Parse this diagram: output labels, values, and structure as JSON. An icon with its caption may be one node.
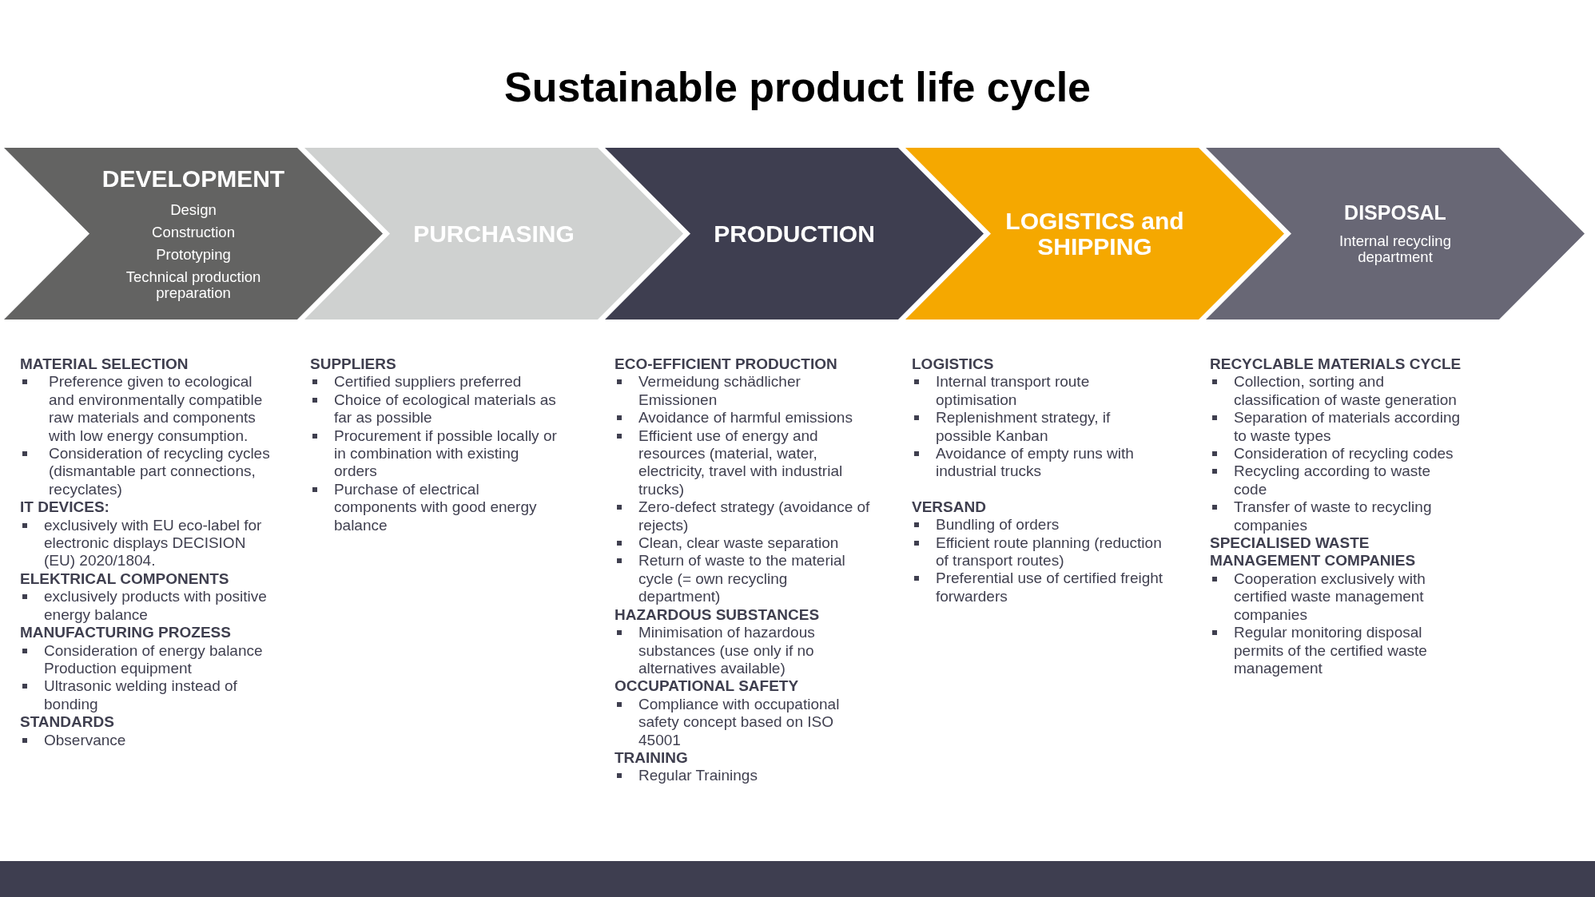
{
  "diagram": {
    "title": "Sustainable product life cycle",
    "nodes": [
      {
        "text": [
          "DEVELOPMENT",
          "Design",
          "Construction",
          "Prototyping",
          "Technical production preparation"
        ],
        "beside": [
          "MATERIAL SELECTION",
          "Preference given to ecological and environmentally compatible raw materials and components with low energy consumption.",
          "Consideration of recycling cycles (dismantable part connections, recyclates)",
          "IT DEVICES:",
          "exclusively with EU eco-label for electronic displays DECISION (EU) 2020/1804.",
          "ELEKTRICAL COMPONENTS",
          "exclusively products with positive energy balance",
          "MANUFACTURING PROZESS",
          "Consideration of energy balance Production equipment",
          "Ultrasonic welding instead of bonding",
          "STANDARDS",
          "Observance"
        ]
      },
      {
        "text": [
          "PURCHASING"
        ],
        "beside": [
          "SUPPLIERS",
          "Certified suppliers preferred",
          "Choice of ecological materials as far as possible",
          "Procurement if possible locally or in combination with existing orders",
          "Purchase of electrical components with good energy balance"
        ]
      },
      {
        "text": [
          "PRODUCTION"
        ],
        "beside": [
          "ECO-EFFICIENT PRODUCTION",
          "Vermeidung schädlicher Emissionen",
          "Avoidance of harmful emissions",
          "Efficient use of energy and resources (material, water, electricity, travel with industrial trucks)",
          "Zero-defect strategy (avoidance of rejects)",
          "Clean, clear waste separation",
          "Return of waste to the material cycle (= own recycling department)",
          "HAZARDOUS SUBSTANCES",
          "Minimisation of hazardous substances (use only if no alternatives available)",
          "OCCUPATIONAL SAFETY",
          "Compliance with occupational safety concept based on ISO 45001",
          "TRAINING",
          "Regular Trainings"
        ]
      },
      {
        "text": [
          "LOGISTICS and SHIPPING"
        ],
        "beside": [
          "LOGISTICS",
          "Internal transport route optimisation",
          "Replenishment strategy, if possible Kanban",
          "Avoidance of empty runs with industrial trucks",
          "VERSAND",
          "Bundling of orders",
          "Efficient route planning (reduction of transport routes)",
          "Preferential use of certified freight forwarders"
        ]
      },
      {
        "text": [
          "DISPOSAL",
          "Internal recycling department"
        ],
        "beside": [
          "RECYCLABLE MATERIALS CYCLE",
          "Collection, sorting and classification of waste generation",
          "Separation of materials according to waste types",
          "Consideration of recycling codes",
          "Recycling according to waste code",
          "Transfer of waste to recycling companies",
          "SPECIALISED WASTE MANAGEMENT COMPANIES",
          "Cooperation exclusively with certified waste management companies",
          "Regular monitoring disposal permits of the certified waste management"
        ]
      }
    ]
  }
}
